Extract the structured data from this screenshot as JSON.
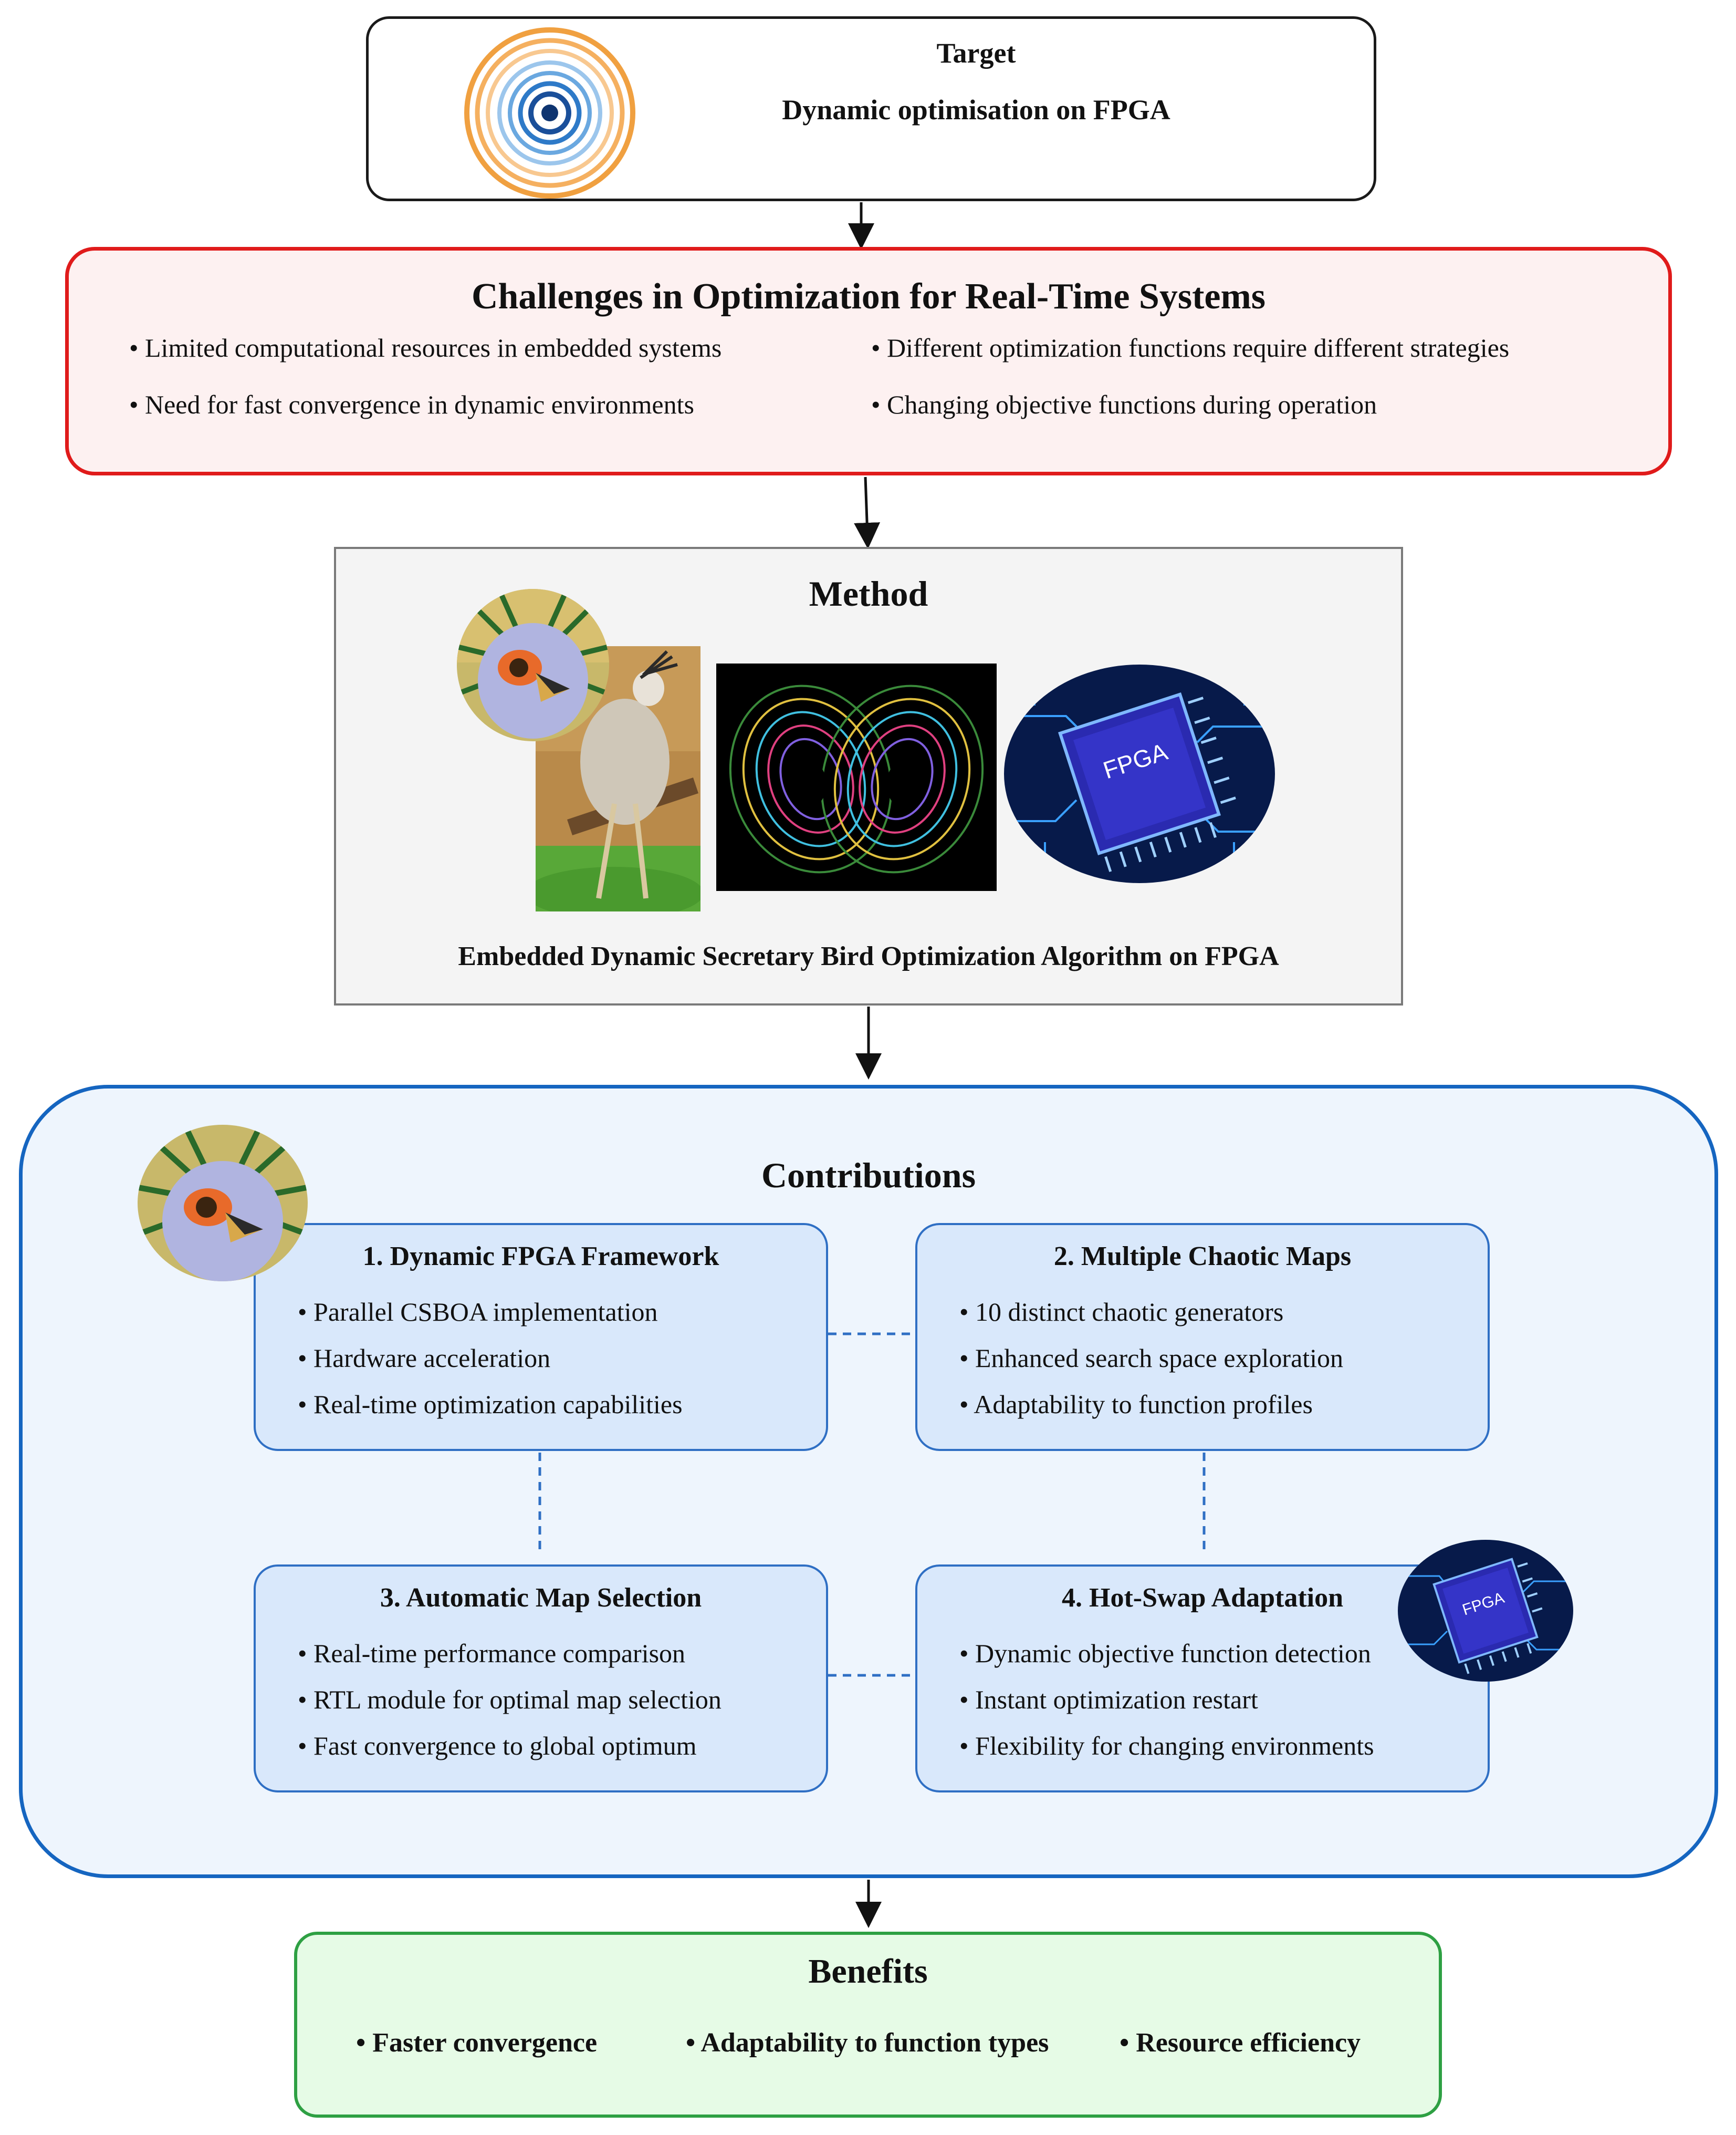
{
  "target": {
    "title": "Target",
    "subtitle": "Dynamic optimisation on FPGA"
  },
  "challenges": {
    "title": "Challenges in Optimization for Real-Time Systems",
    "items": [
      "• Limited computational resources in embedded systems",
      "• Different optimization functions require different strategies",
      "• Need for fast convergence in dynamic environments",
      "• Changing objective functions during operation"
    ]
  },
  "method": {
    "title": "Method",
    "caption": "Embedded Dynamic Secretary Bird Optimization Algorithm on FPGA",
    "chip_label": "FPGA"
  },
  "contributions": {
    "title": "Contributions",
    "cards": [
      {
        "title": "1. Dynamic FPGA Framework",
        "items": [
          "• Parallel CSBOA implementation",
          "• Hardware acceleration",
          "• Real-time optimization capabilities"
        ]
      },
      {
        "title": "2. Multiple Chaotic Maps",
        "items": [
          "• 10 distinct chaotic generators",
          "• Enhanced search space exploration",
          "• Adaptability to function profiles"
        ]
      },
      {
        "title": "3. Automatic Map Selection",
        "items": [
          "• Real-time performance comparison",
          "• RTL module for optimal map selection",
          "• Fast convergence to global optimum"
        ]
      },
      {
        "title": "4. Hot-Swap Adaptation",
        "items": [
          "• Dynamic objective function detection",
          "• Instant optimization restart",
          "• Flexibility for changing environments"
        ]
      }
    ],
    "chip_label": "FPGA"
  },
  "benefits": {
    "title": "Benefits",
    "items": [
      "• Faster convergence",
      "• Adaptability to function types",
      "• Resource efficiency"
    ]
  },
  "colors": {
    "target_border": "#1a1a1a",
    "challenges_border": "#e01b1b",
    "challenges_fill": "#fdf1f1",
    "method_border": "#7a7a7a",
    "method_fill": "#f4f4f4",
    "contributions_border": "#1565c0",
    "contributions_fill": "#eef5fd",
    "card_border": "#2f6fc4",
    "card_fill": "#d9e8fb",
    "benefits_border": "#2ea043",
    "benefits_fill": "#e6fbe6"
  }
}
